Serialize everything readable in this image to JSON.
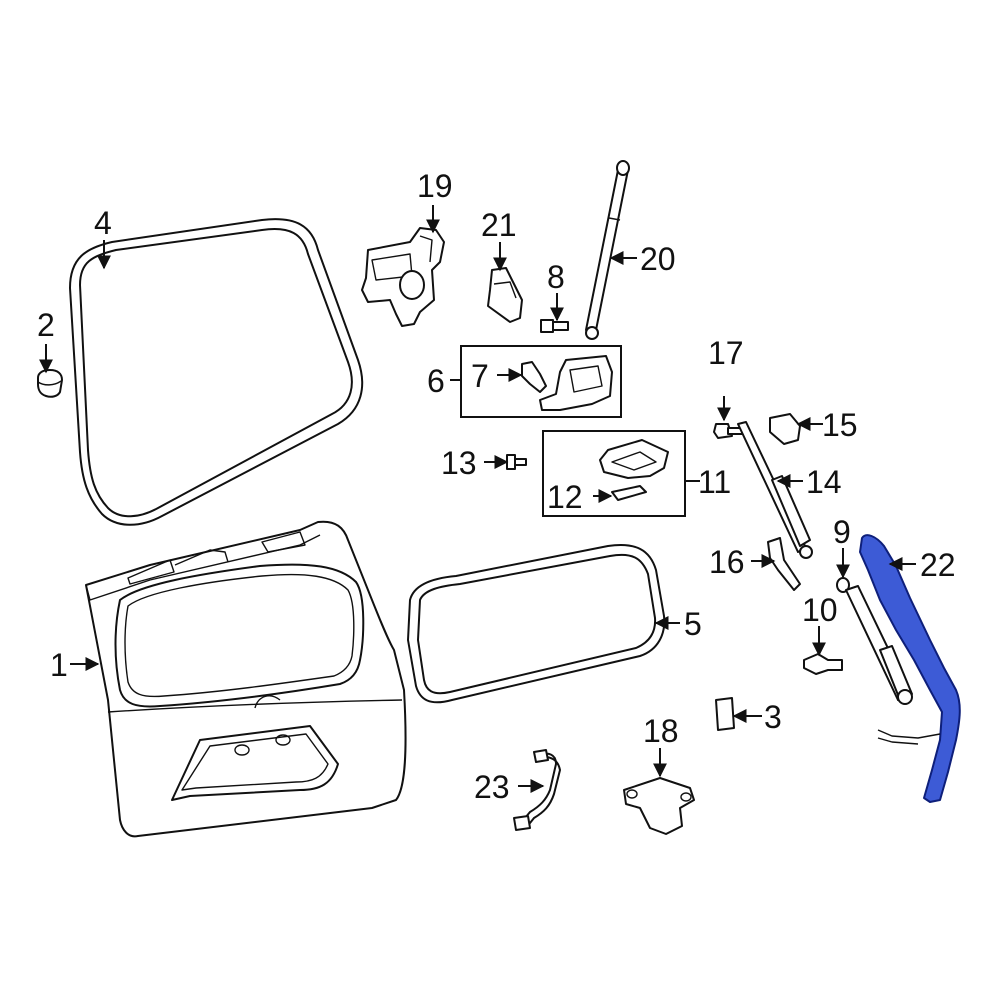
{
  "colors": {
    "line": "#111111",
    "highlight_fill": "#3d5bd6",
    "highlight_stroke": "#0e1f7a"
  },
  "callouts": {
    "c1": "1",
    "c2": "2",
    "c3": "3",
    "c4": "4",
    "c5": "5",
    "c6": "6",
    "c7": "7",
    "c8": "8",
    "c9": "9",
    "c10": "10",
    "c11": "11",
    "c12": "12",
    "c13": "13",
    "c14": "14",
    "c15": "15",
    "c16": "16",
    "c17": "17",
    "c18": "18",
    "c19": "19",
    "c20": "20",
    "c21": "21",
    "c22": "22",
    "c23": "23"
  }
}
